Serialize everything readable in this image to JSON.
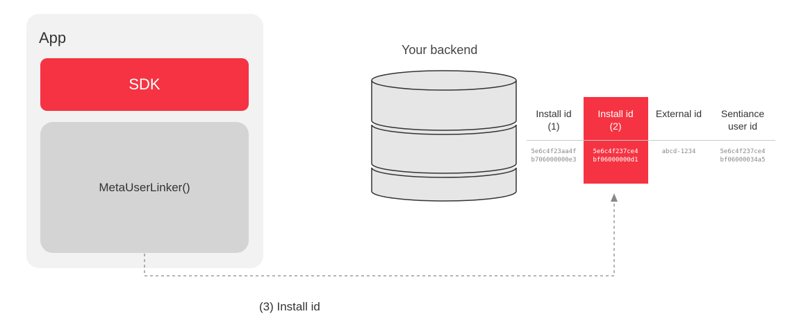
{
  "app": {
    "title": "App",
    "sdk_label": "SDK",
    "linker_label": "MetaUserLinker()"
  },
  "backend": {
    "title": "Your backend",
    "columns": [
      {
        "header_line1": "Install id",
        "header_line2": "(1)",
        "value": "5e6c4f23aa4fb706000000e3"
      },
      {
        "header_line1": "Install id",
        "header_line2": "(2)",
        "value": "5e6c4f237ce4bf06000000d1"
      },
      {
        "header_line1": "External id",
        "header_line2": "",
        "value": "abcd-1234"
      },
      {
        "header_line1": "Sentiance",
        "header_line2": "user id",
        "value": "5e6c4f237ce4bf06000034a5"
      }
    ]
  },
  "arrow": {
    "label": "(3) Install id"
  },
  "colors": {
    "accent": "#f53342",
    "app_bg": "#f2f2f2",
    "linker_bg": "#d4d4d4",
    "db_fill": "#e6e6e6",
    "db_stroke": "#333333",
    "arrow": "#888888"
  }
}
